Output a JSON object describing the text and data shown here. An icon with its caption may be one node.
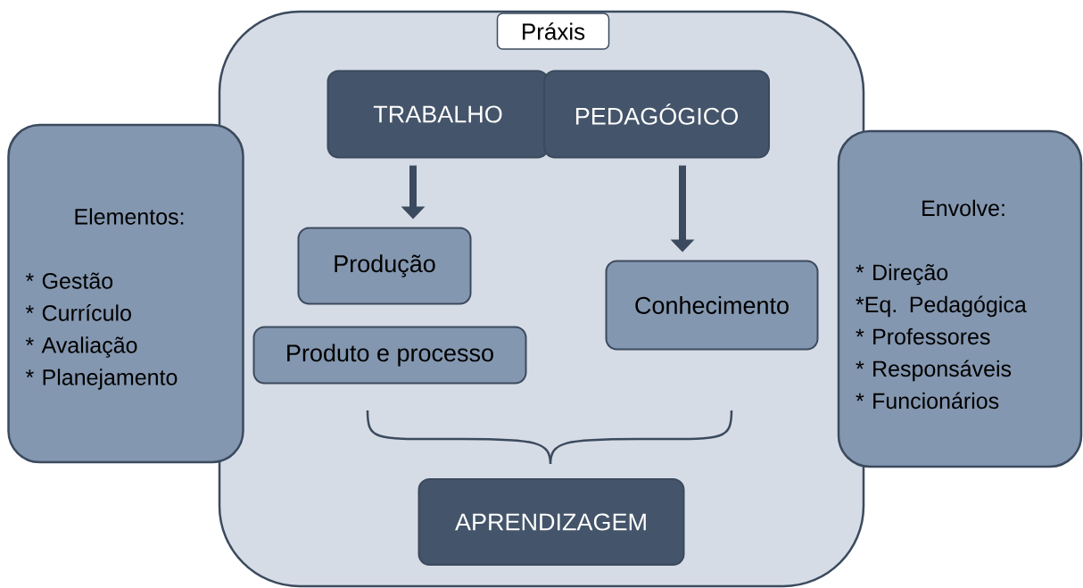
{
  "diagram": {
    "nodes": [
      {
        "text": [
          "Práxis"
        ]
      },
      {
        "text": [
          "TRABALHO"
        ],
        "in": 0
      },
      {
        "text": [
          "PEDAGÓGICO"
        ],
        "in": 0
      },
      {
        "text": [
          "Produção"
        ],
        "in": 0
      },
      {
        "text": [
          "Produto e processo"
        ],
        "in": 0
      },
      {
        "text": [
          "Conhecimento"
        ],
        "in": 0
      },
      {
        "text": [
          "APRENDIZAGEM"
        ],
        "in": 0
      },
      {
        "text": [
          "Elementos:",
          "* Gestão",
          "* Currículo",
          "* Avaliação",
          "* Planejamento"
        ]
      },
      {
        "text": [
          "Envolve:",
          "* Direção",
          "*Eq. Pedagógica",
          "* Professores",
          "* Responsáveis",
          "* Funcionários"
        ]
      }
    ],
    "edges": [
      {
        "from": 1,
        "to": 3,
        "arrow": "to"
      },
      {
        "from": 2,
        "to": 5,
        "arrow": "to"
      }
    ]
  }
}
